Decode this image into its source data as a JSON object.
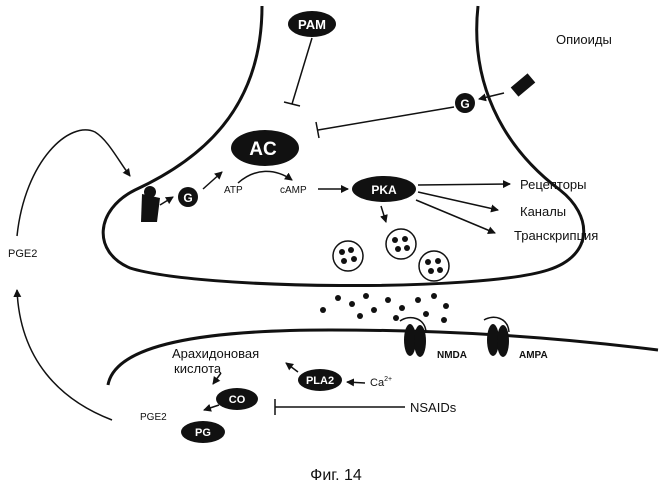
{
  "nodes": {
    "pam": "PAM",
    "ac": "AC",
    "g_receptor": "G",
    "g_opioid": "G",
    "pka": "PKA",
    "pla2": "PLA2",
    "co": "CO",
    "pg": "PG"
  },
  "labels": {
    "opioids": "Опиоиды",
    "atp": "ATP",
    "camp": "cAMP",
    "receptors": "Рецепторы",
    "channels": "Каналы",
    "transcription": "Транскрипция",
    "pge2_left": "PGE2",
    "pge2_post": "PGE2",
    "nmda": "NMDA",
    "ampa": "AMPA",
    "arachidonic_line1": "Арахидоновая",
    "arachidonic_line2": "кислота",
    "calcium": "Ca",
    "calcium_sup": "2+",
    "nsaids": "NSAIDs"
  },
  "caption": "Фиг. 14",
  "colors": {
    "ink": "#111111",
    "node_fill": "#111111",
    "node_text": "#ffffff",
    "background": "#ffffff"
  }
}
